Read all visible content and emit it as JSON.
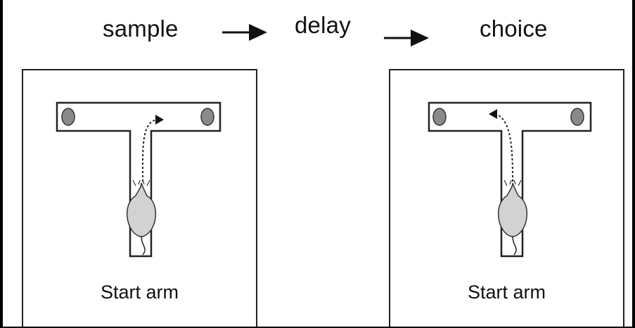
{
  "stages": {
    "sample": "sample",
    "delay": "delay",
    "choice": "choice"
  },
  "panels": {
    "sample": {
      "start_label": "Start arm"
    },
    "choice": {
      "start_label": "Start arm"
    }
  },
  "colors": {
    "line": "#222222",
    "food_well": "#8a8a8a",
    "rat_body": "#d2d2d2"
  }
}
